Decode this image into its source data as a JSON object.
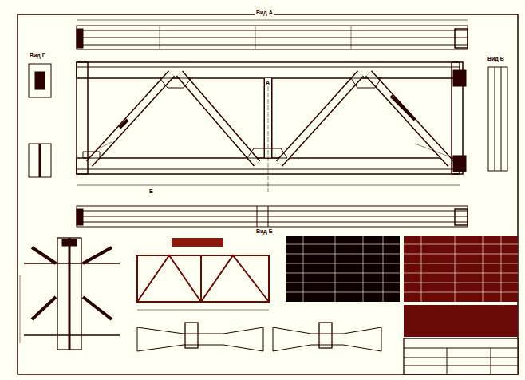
{
  "diagram": {
    "labels": [
      "Вид А",
      "А",
      "Вид Б",
      "Б",
      "Вид В",
      "Вид Г"
    ]
  }
}
